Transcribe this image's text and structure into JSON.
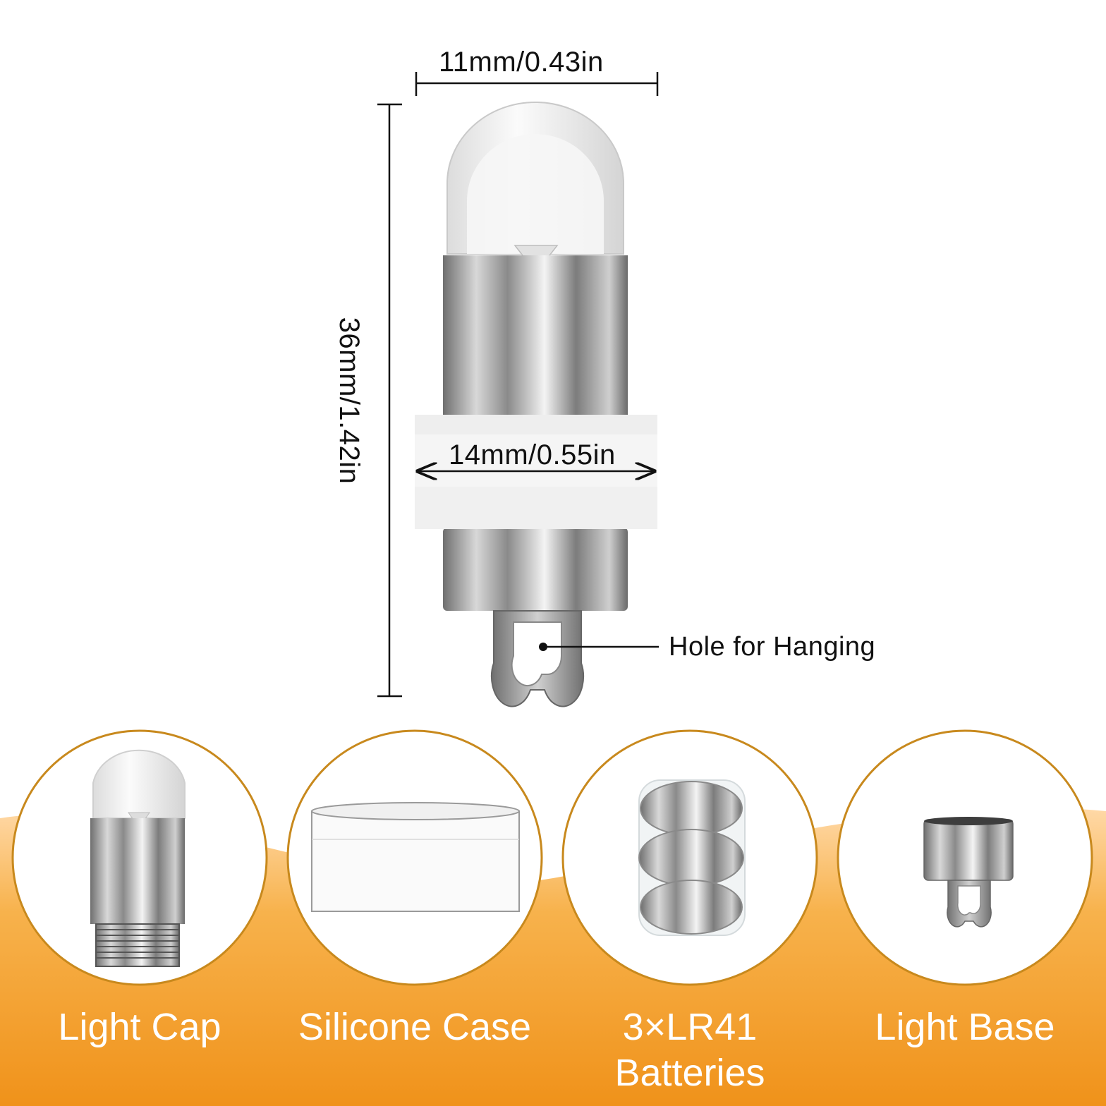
{
  "dimensions": {
    "top_width": "11mm/0.43in",
    "case_width": "14mm/0.55in",
    "height": "36mm/1.42in"
  },
  "callout": {
    "hanging_hole": "Hole for Hanging"
  },
  "parts": [
    {
      "label": "Light Cap"
    },
    {
      "label": "Silicone Case"
    },
    {
      "label": "3×LR41",
      "label_line2": "Batteries"
    },
    {
      "label": "Light Base"
    }
  ],
  "colors": {
    "accent_orange": "#F39A1E",
    "circle_border": "#C8891D",
    "metal": "#9A9A9A"
  }
}
